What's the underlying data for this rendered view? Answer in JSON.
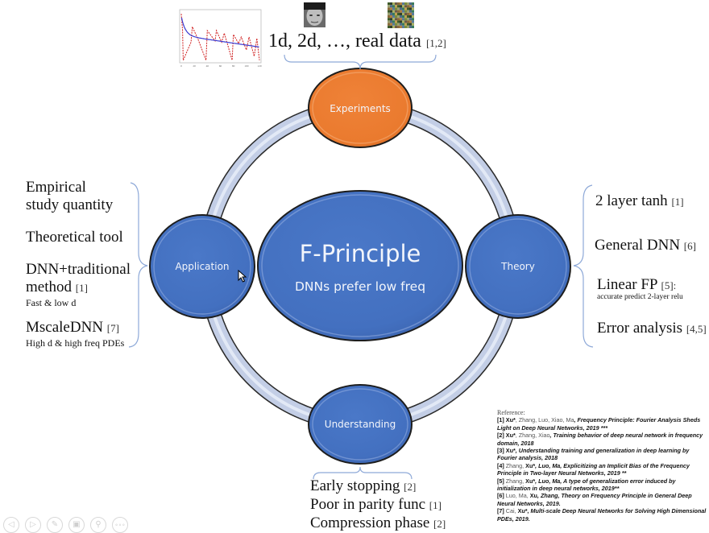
{
  "center": {
    "title": "F-Principle",
    "subtitle": "DNNs prefer low freq"
  },
  "nodes": {
    "experiments": "Experiments",
    "application": "Application",
    "theory": "Theory",
    "understanding": "Understanding"
  },
  "colors": {
    "experiments_fill": "#ED7D31",
    "node_fill": "#4472C4",
    "ring_fill": "#C5D0E6",
    "brace": "#8EA9D8"
  },
  "experiments_caption": {
    "text": "1d,  2d, …, real data",
    "cite": "[1,2]"
  },
  "application_items": [
    {
      "line1": "Empirical",
      "line2": "study quantity"
    },
    {
      "line1": "Theoretical tool"
    },
    {
      "line1": "DNN+traditional",
      "line2": "method",
      "cite": "[1]",
      "note": "Fast & low d"
    },
    {
      "line1": "MscaleDNN",
      "cite": "[7]",
      "note": "High d & high freq PDEs"
    }
  ],
  "theory_items": [
    {
      "text": "2 layer tanh",
      "cite": "[1]"
    },
    {
      "text": "General DNN",
      "cite": "[6]"
    },
    {
      "text": "Linear FP",
      "cite": "[5]:",
      "note": "accurate predict 2-layer relu"
    },
    {
      "text": "Error analysis",
      "cite": "[4,5]"
    }
  ],
  "understanding_items": [
    {
      "text": "Early stopping",
      "cite": "[2]"
    },
    {
      "text": "Poor in parity func",
      "cite": "[1]"
    },
    {
      "text": "Compression phase",
      "cite": "[2]"
    }
  ],
  "references": {
    "heading": "Reference:",
    "items": [
      {
        "num": "[1]",
        "lead": "Xu*",
        "authors": ", Zhang, Luo, Xiao, Ma",
        "title": ", Frequency Principle: Fourier Analysis Sheds Light on Deep Neural Networks, 2019 ***"
      },
      {
        "num": "[2]",
        "lead": "Xu*",
        "authors": ", Zhang, Xiao",
        "title": ", Training behavior of deep neural network in frequency domain, 2018"
      },
      {
        "num": "[3]",
        "lead": "Xu*",
        "authors": "",
        "title": ", Understanding training and generalization in deep learning by Fourier analysis, 2018"
      },
      {
        "num": "[4]",
        "lead": "Zhang, ",
        "authors": "Xu*",
        "title": ", Luo, Ma, Explicitizing an Implicit Bias of the Frequency Principle in Two-layer Neural Networks, 2019 **"
      },
      {
        "num": "[5]",
        "lead": "Zhang, ",
        "authors": "Xu*",
        "title": ", Luo, Ma, A type of generalization error induced by initialization in deep neural networks, 2019**"
      },
      {
        "num": "[6]",
        "lead": "Luo, Ma, ",
        "authors": "Xu",
        "title": ", Zhang, Theory on Frequency Principle in  General Deep Neural Networks, 2019."
      },
      {
        "num": "[7]",
        "lead": "Cai, ",
        "authors": "Xu*",
        "title": ", Multi-scale Deep Neural Networks for Solving High Dimensional PDEs, 2019."
      }
    ]
  },
  "thumbnail_plot": {
    "chart_data": {
      "type": "line",
      "xlim": [
        0,
        120
      ],
      "x_ticks": [
        "0",
        "20",
        "40",
        "60",
        "80",
        "100",
        "120"
      ],
      "series": [
        {
          "name": "blue-smooth",
          "color": "#3a3ad0",
          "style": "solid"
        },
        {
          "name": "red-dashed",
          "color": "#d02020",
          "style": "dashed"
        }
      ]
    }
  },
  "nav_toolbar": [
    {
      "name": "previous",
      "glyph": "◁"
    },
    {
      "name": "next",
      "glyph": "▷"
    },
    {
      "name": "pen",
      "glyph": "✎"
    },
    {
      "name": "slides",
      "glyph": "▣"
    },
    {
      "name": "zoom",
      "glyph": "⚲"
    },
    {
      "name": "more",
      "glyph": "∘∘∘"
    }
  ]
}
